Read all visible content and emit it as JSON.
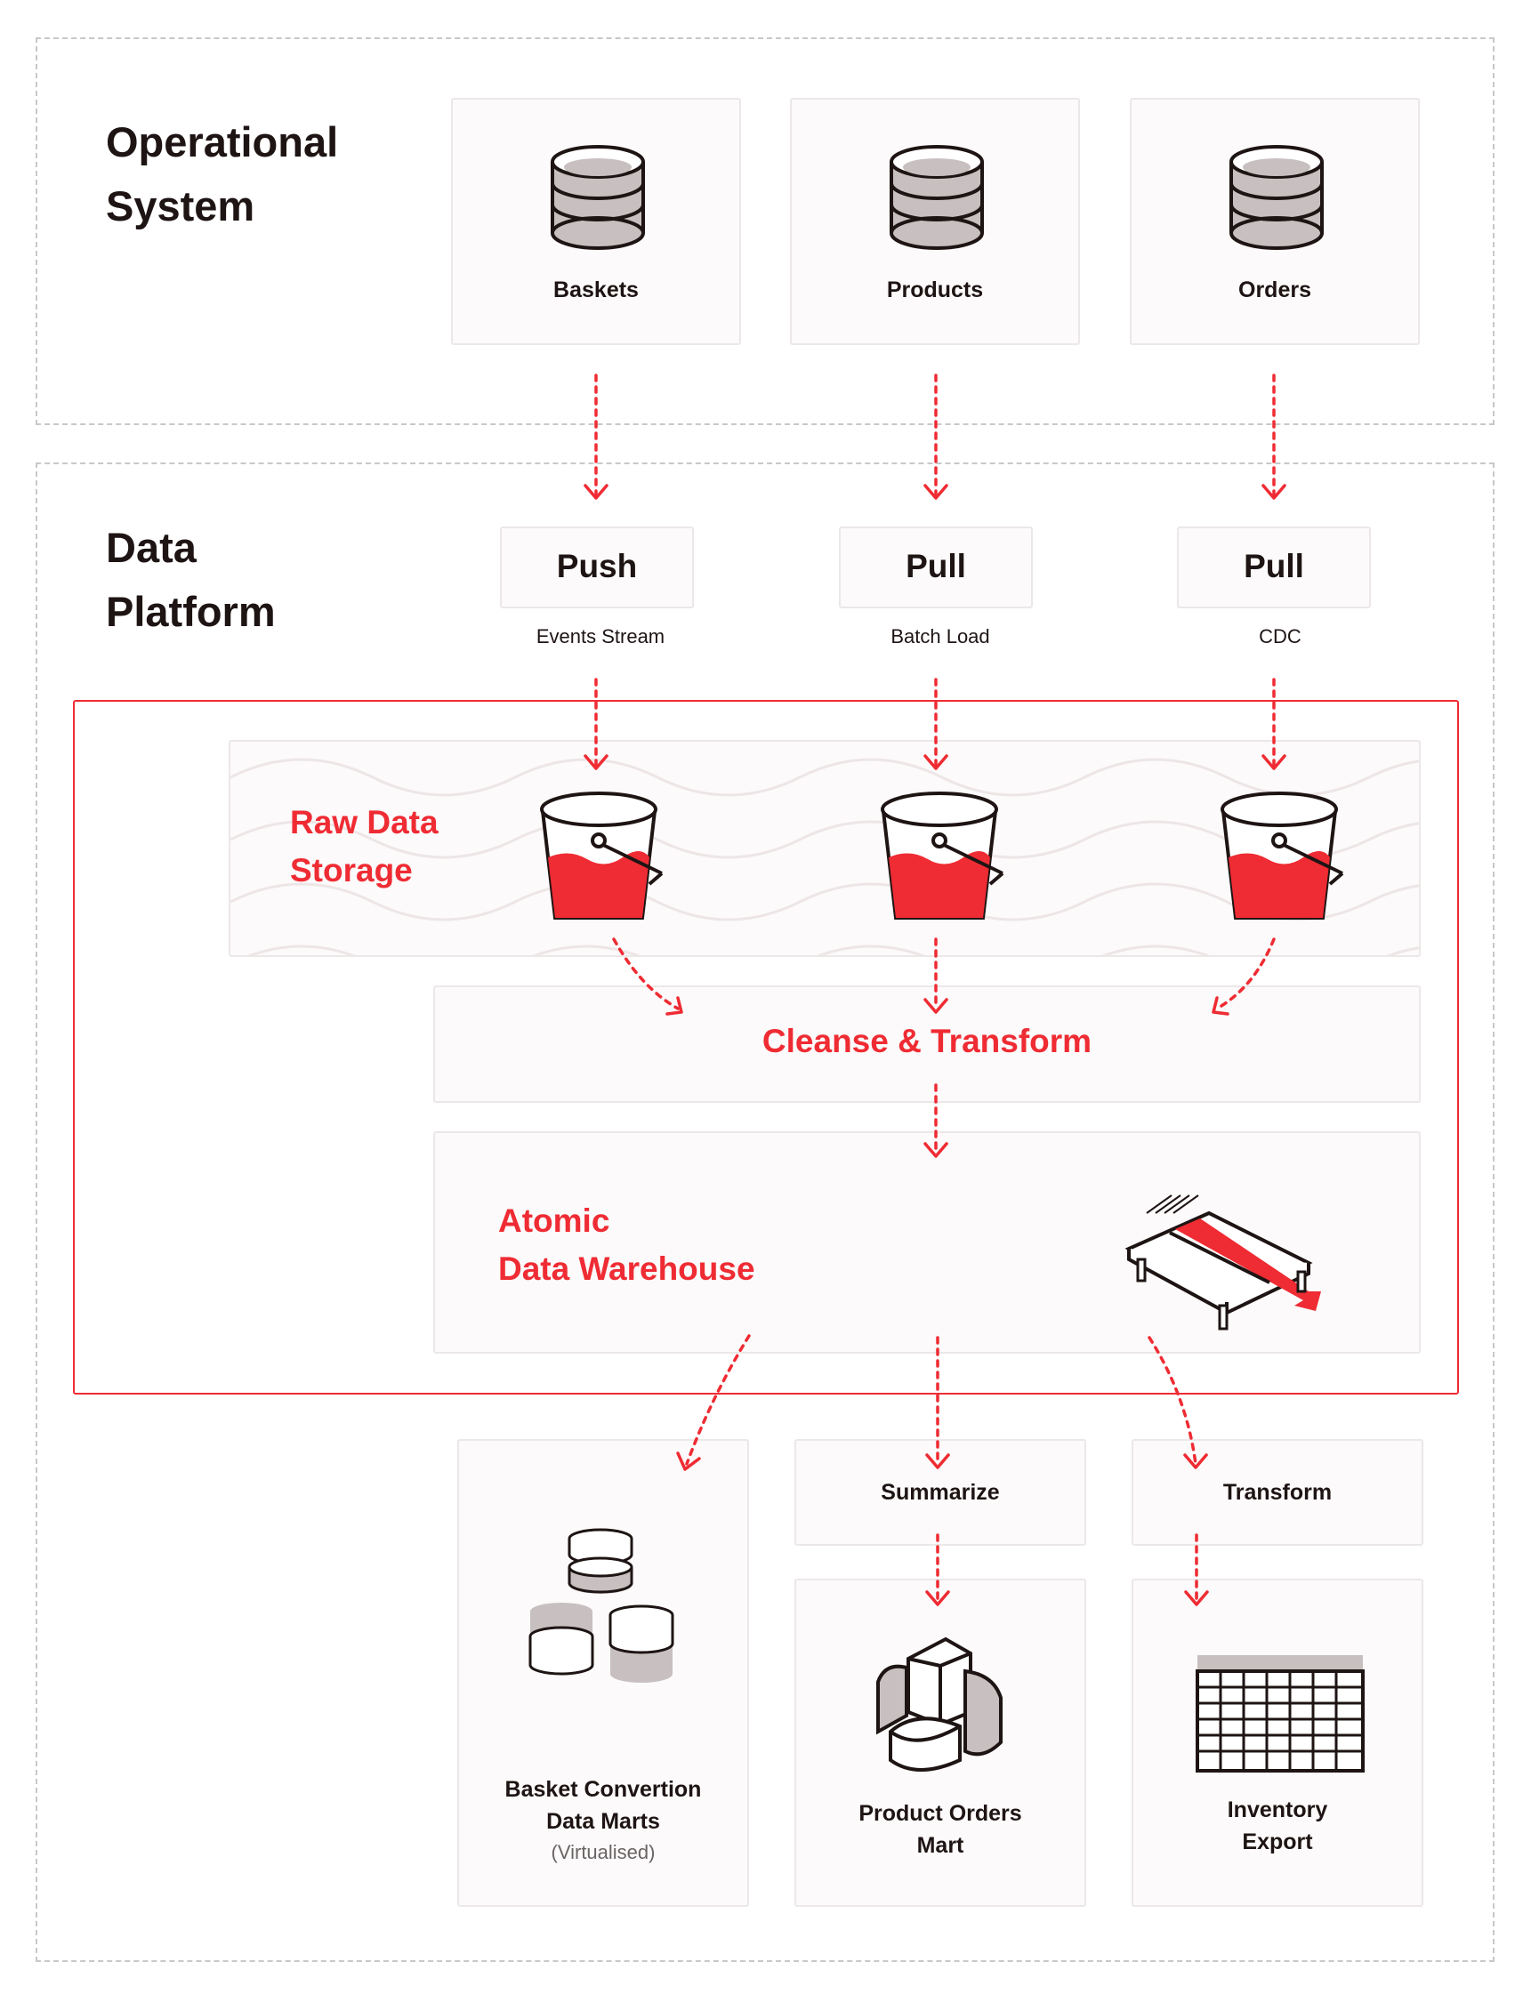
{
  "operational": {
    "title_line1": "Operational",
    "title_line2": "System",
    "sources": [
      {
        "label": "Baskets",
        "icon": "database-icon"
      },
      {
        "label": "Products",
        "icon": "database-icon"
      },
      {
        "label": "Orders",
        "icon": "database-icon"
      }
    ]
  },
  "platform": {
    "title_line1": "Data",
    "title_line2": "Platform",
    "ingest": [
      {
        "method": "Push",
        "type": "Events Stream"
      },
      {
        "method": "Pull",
        "type": "Batch Load"
      },
      {
        "method": "Pull",
        "type": "CDC"
      }
    ],
    "raw_storage": {
      "line1": "Raw Data",
      "line2": "Storage",
      "icon": "bucket-icon"
    },
    "cleanse": "Cleanse & Transform",
    "warehouse": {
      "line1": "Atomic",
      "line2": "Data Warehouse",
      "icon": "warehouse-icon"
    }
  },
  "outputs": {
    "summarize": "Summarize",
    "transform": "Transform",
    "marts": [
      {
        "line1": "Basket Convertion",
        "line2": "Data Marts",
        "note": "(Virtualised)",
        "icon": "stacked-databases-icon"
      },
      {
        "line1": "Product Orders",
        "line2": "Mart",
        "icon": "pie-chart-icon"
      },
      {
        "line1": "Inventory",
        "line2": "Export",
        "icon": "table-grid-icon"
      }
    ]
  },
  "colors": {
    "accent": "#ef2b33",
    "text": "#1e1414",
    "icon_fill": "#c8c0c0",
    "card_bg": "#fcfafa",
    "dashed_border": "#c8c8c8"
  }
}
